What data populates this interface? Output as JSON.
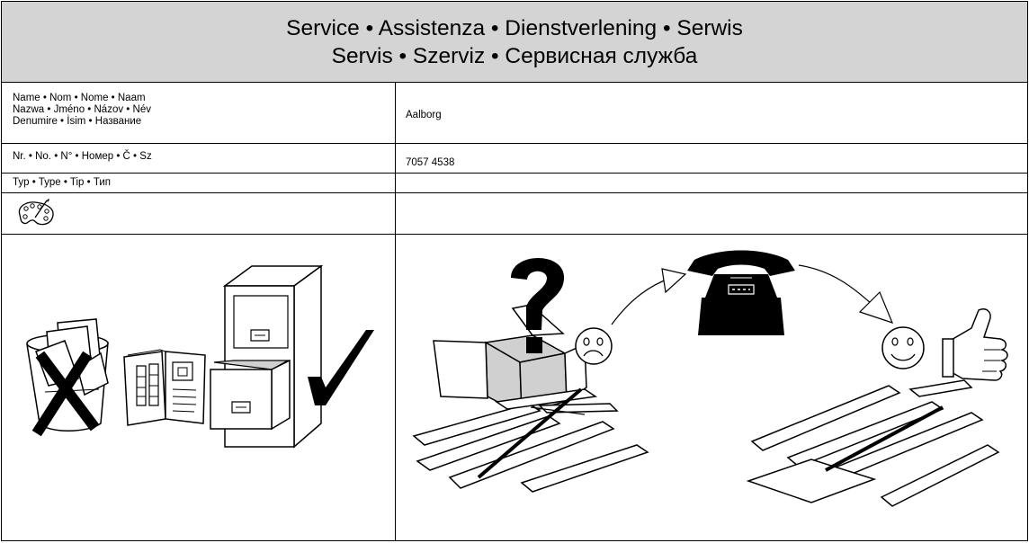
{
  "header": {
    "line1": "Service • Assistenza • Dienstverlening • Serwis",
    "line2": "Servis • Szerviz • Сервисная служба"
  },
  "rows": {
    "name": {
      "label_line1": "Name • Nom • Nome • Naam",
      "label_line2": "Nazwa • Jméno • Názov • Név",
      "label_line3": "Denumire • İsim • Название",
      "value": "Aalborg"
    },
    "number": {
      "label": "Nr. • No. • N° • Номер • Č • Sz",
      "value": "7057 4538"
    },
    "type": {
      "label": "Typ • Type • Tip • Тип",
      "value": ""
    },
    "colour": {
      "icon": "paint-palette-icon",
      "value": ""
    }
  },
  "illustrations": {
    "left": "archive-instructions-illustration",
    "right": "contact-service-illustration"
  },
  "colors": {
    "header_background": "#d4d4d4",
    "box_fill": "#d0d0d0",
    "ink": "#000000"
  }
}
